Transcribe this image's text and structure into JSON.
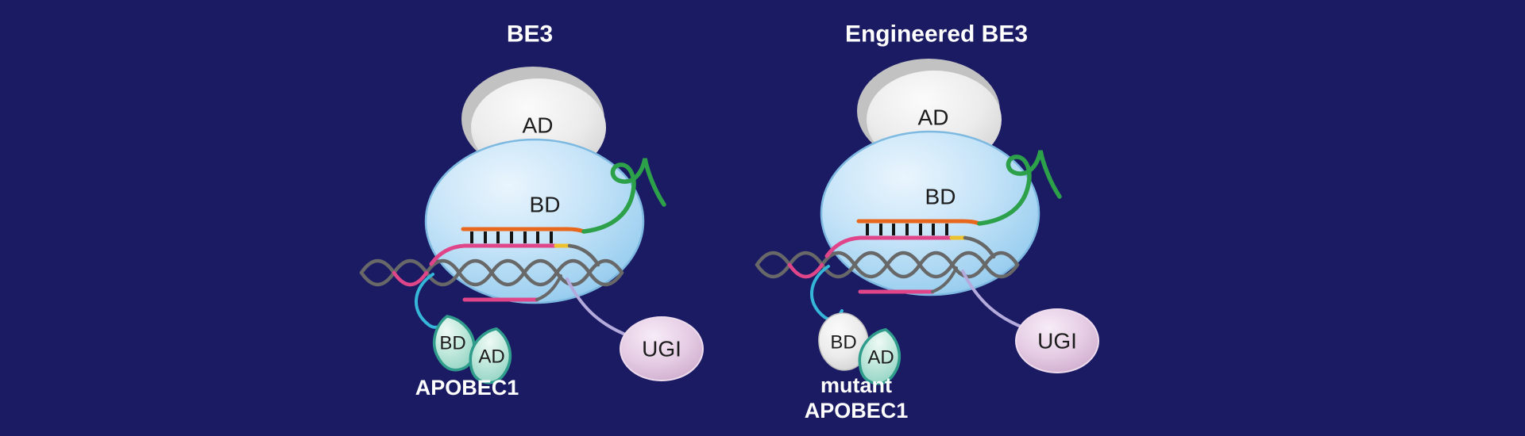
{
  "figure": {
    "type": "schematic-diagram",
    "background_color": "#1b1b64",
    "diagrams": [
      {
        "title": "BE3",
        "cas9": {
          "ad_label": "AD",
          "bd_label": "BD"
        },
        "deaminase": {
          "bd_label": "BD",
          "ad_label": "AD",
          "caption_lines": [
            "APOBEC1"
          ]
        },
        "ugi_label": "UGI"
      },
      {
        "title": "Engineered BE3",
        "cas9": {
          "ad_label": "AD",
          "bd_label": "BD"
        },
        "deaminase": {
          "bd_label": "BD",
          "ad_label": "AD",
          "caption_lines": [
            "mutant",
            "APOBEC1"
          ]
        },
        "ugi_label": "UGI"
      }
    ],
    "colors": {
      "background": "#1b1b64",
      "cas9_body_blue": "#aed8f4",
      "ad_domain_gray": "#e7e7e7",
      "apobec_teal": "#9ad6c6",
      "ugi_pink": "#dfc2de",
      "sgrna_green": "#2da04a",
      "rna_spacer_orange": "#e8671c",
      "dna_gray": "#686868",
      "target_strand_pink": "#e0458a",
      "pam_yellow": "#eec22f",
      "linker_cyan": "#35b6d9",
      "linker_lavender": "#b4aadc",
      "basepair_black": "#141414",
      "title_text": "#ffffff",
      "label_text": "#1c1c1c"
    }
  }
}
